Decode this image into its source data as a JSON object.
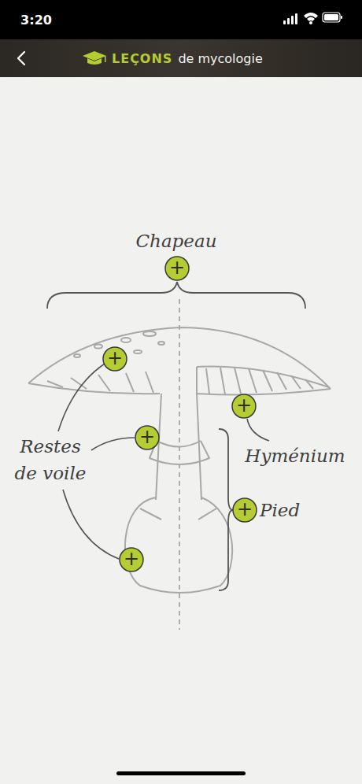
{
  "diagram": {
    "nodes": [
      {
        "text": [
          "+"
        ]
      },
      {
        "text": [
          "+"
        ]
      },
      {
        "text": [
          "+"
        ]
      },
      {
        "text": [
          "+"
        ]
      },
      {
        "text": [
          "+"
        ]
      },
      {
        "text": [
          "+"
        ]
      }
    ],
    "labels": [
      "3:20",
      "LEÇONS",
      "de mycologie",
      "Chapeau",
      "Restes de voile",
      "Hyménium",
      "Pied"
    ]
  }
}
